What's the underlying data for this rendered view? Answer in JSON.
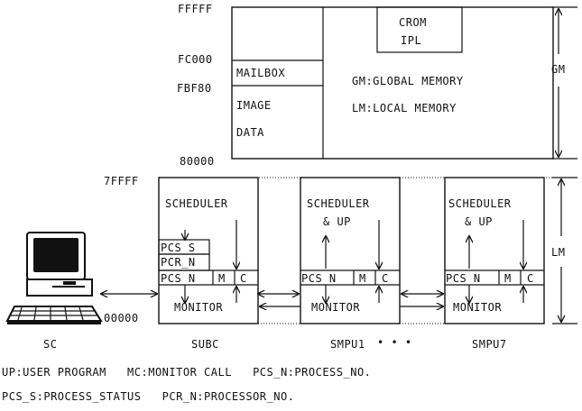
{
  "memory_map": {
    "addresses": [
      "FFFFF",
      "FC000",
      "FBF80",
      "80000",
      "7FFFF",
      "00000"
    ],
    "crom": [
      "CROM",
      "IPL"
    ],
    "mailbox": "MAILBOX",
    "image_data": [
      "IMAGE",
      "DATA"
    ],
    "legend": [
      "GM:GLOBAL MEMORY",
      "LM:LOCAL MEMORY"
    ],
    "gm_label": "GM",
    "lm_label": "LM"
  },
  "processors": {
    "subc": {
      "scheduler": "SCHEDULER",
      "pcs_s": "PCS_S",
      "pcr_n": "PCR_N",
      "pcs_n": "PCS_N",
      "m": "M",
      "c": "C",
      "monitor": "MONITOR"
    },
    "smpu": {
      "scheduler_line1": "SCHEDULER",
      "scheduler_line2": "& UP",
      "pcs_n": "PCS_N",
      "m": "M",
      "c": "C",
      "monitor": "MONITOR"
    }
  },
  "bottom_labels": {
    "sc": "SC",
    "subc": "SUBC",
    "smpu1": "SMPU1",
    "ellipsis": "• • •",
    "smpu7": "SMPU7"
  },
  "footnotes": [
    "UP:USER PROGRAM   MC:MONITOR CALL   PCS_N:PROCESS_NO.",
    "PCS_S:PROCESS_STATUS   PCR_N:PROCESSOR_NO."
  ]
}
